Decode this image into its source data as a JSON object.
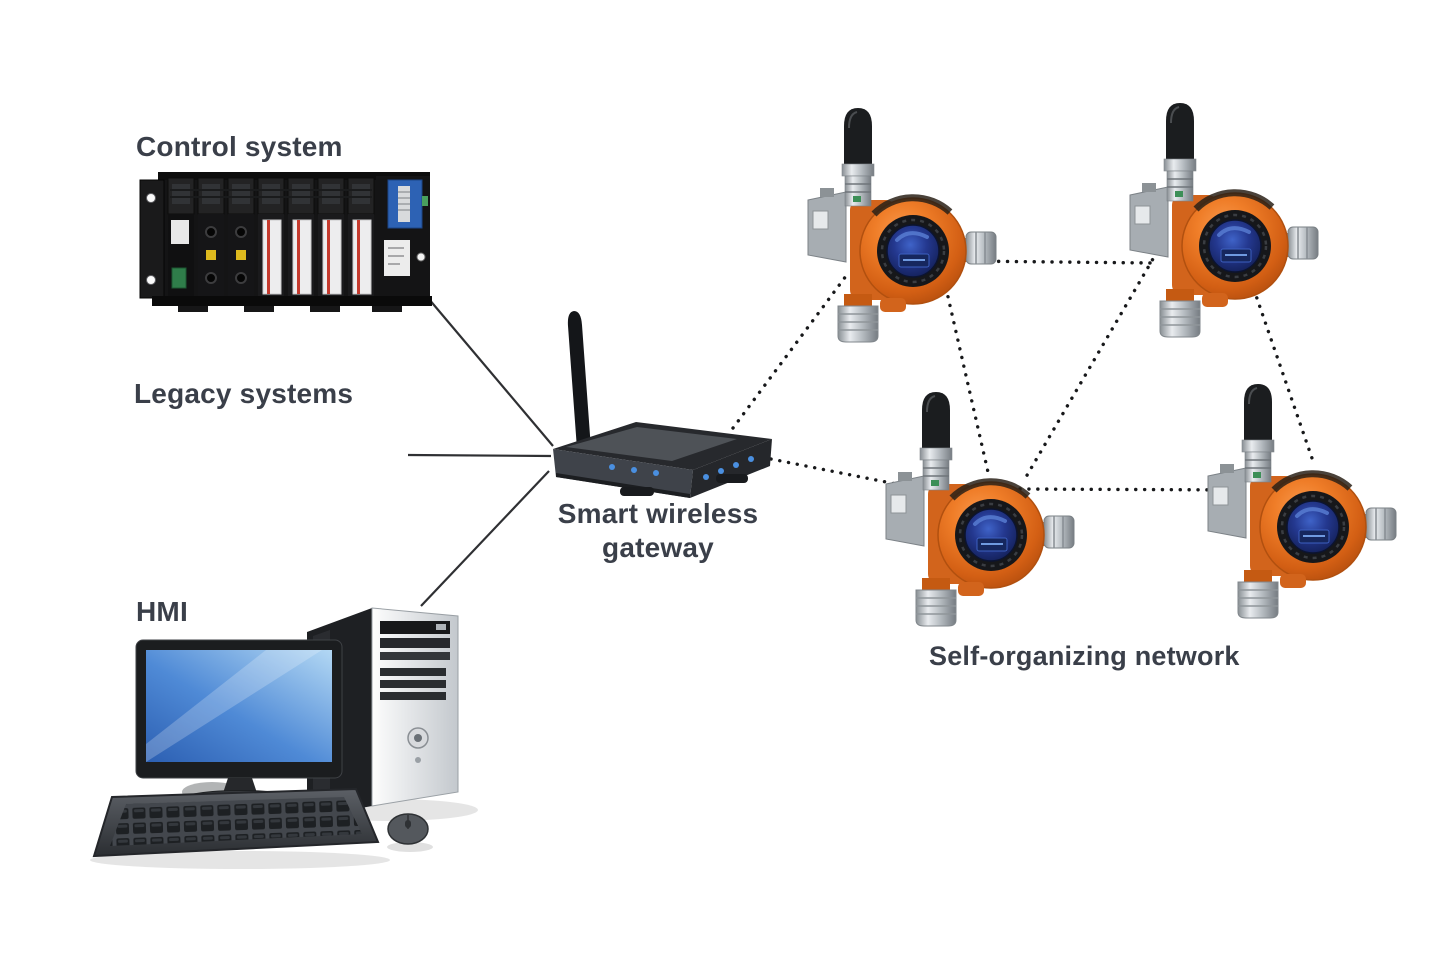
{
  "diagram": {
    "title_implied": "Wireless gas detection network architecture",
    "labels": {
      "control_system": "Control system",
      "legacy_systems": "Legacy systems",
      "hmi": "HMI",
      "gateway_line1": "Smart wireless",
      "gateway_line2": "gateway",
      "self_organizing_network": "Self-organizing network"
    },
    "nodes": [
      {
        "id": "control-system",
        "label": "Control system",
        "type": "plc-controller-rack"
      },
      {
        "id": "legacy-systems",
        "label": "Legacy systems",
        "type": "wired-endpoint"
      },
      {
        "id": "hmi",
        "label": "HMI",
        "type": "desktop-computer"
      },
      {
        "id": "smart-wireless-gateway",
        "label": "Smart wireless gateway",
        "type": "wireless-router"
      },
      {
        "id": "detector-top-left",
        "label": "",
        "type": "wireless-gas-detector"
      },
      {
        "id": "detector-top-right",
        "label": "",
        "type": "wireless-gas-detector"
      },
      {
        "id": "detector-bottom-center",
        "label": "",
        "type": "wireless-gas-detector"
      },
      {
        "id": "detector-bottom-right",
        "label": "",
        "type": "wireless-gas-detector"
      }
    ],
    "connections": {
      "wired_solid": [
        {
          "from": "control-system",
          "to": "smart-wireless-gateway"
        },
        {
          "from": "legacy-systems",
          "to": "smart-wireless-gateway"
        },
        {
          "from": "hmi",
          "to": "smart-wireless-gateway"
        }
      ],
      "wireless_dotted": [
        {
          "from": "smart-wireless-gateway",
          "to": "detector-top-left"
        },
        {
          "from": "smart-wireless-gateway",
          "to": "detector-bottom-center"
        },
        {
          "from": "detector-top-left",
          "to": "detector-top-right"
        },
        {
          "from": "detector-top-left",
          "to": "detector-bottom-center"
        },
        {
          "from": "detector-top-right",
          "to": "detector-bottom-center"
        },
        {
          "from": "detector-top-right",
          "to": "detector-bottom-right"
        },
        {
          "from": "detector-bottom-center",
          "to": "detector-bottom-right"
        }
      ]
    },
    "colors": {
      "background": "#ffffff",
      "label_text": "#3a3f49",
      "solid_line": "#2f3033",
      "dotted_line": "#17181a",
      "detector_orange": "#ef7d28",
      "detector_lens_blue": "#24388f",
      "router_led_blue": "#4a8fe0",
      "screen_blue": "#4f8ad6",
      "plc_card_red_stripe": "#c43a2e",
      "plc_blue_module": "#2d62b4"
    }
  }
}
